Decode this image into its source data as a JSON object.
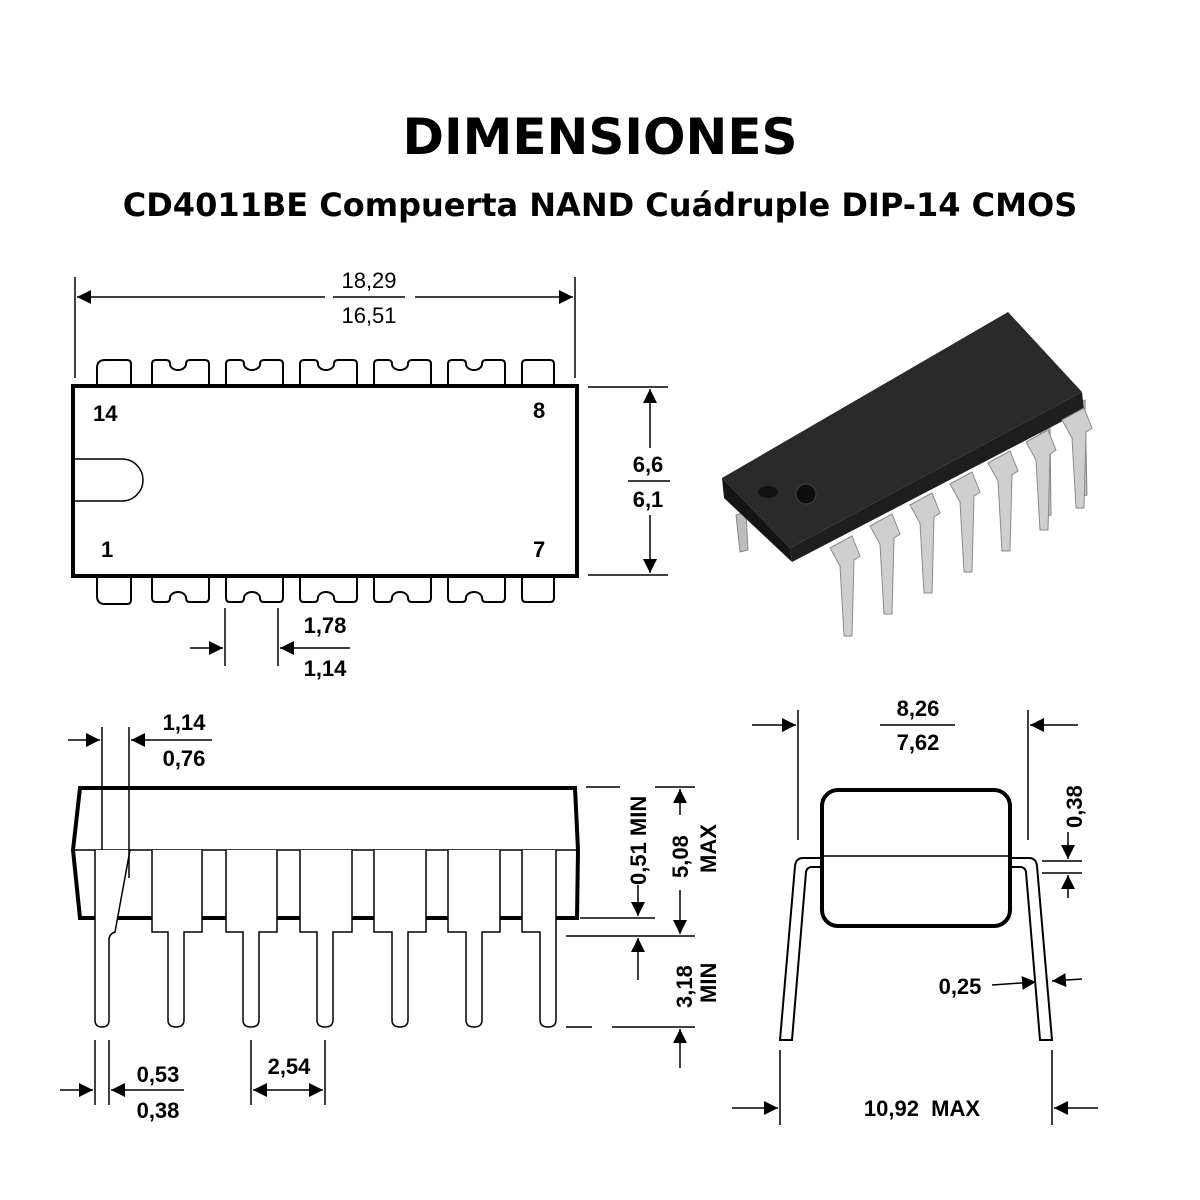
{
  "title": "DIMENSIONES",
  "subtitle": "CD4011BE Compuerta NAND Cuádruple DIP-14 CMOS",
  "top_view": {
    "pin_labels": {
      "top_left": "14",
      "top_right": "8",
      "bottom_left": "1",
      "bottom_right": "7"
    },
    "length": {
      "max": "18,29",
      "min": "16,51"
    },
    "width": {
      "max": "6,6",
      "min": "6,1"
    },
    "pin_width": {
      "max": "1,78",
      "min": "1,14"
    }
  },
  "side_view": {
    "lead_shoulder": {
      "max": "1,14",
      "min": "0,76"
    },
    "standoff": "0,51 MIN",
    "height_value": "5,08",
    "height_note": "MAX",
    "lead_length_value": "3,18",
    "lead_length_note": "MIN",
    "lead_width": {
      "max": "0,53",
      "min": "0,38"
    },
    "pitch": "2,54"
  },
  "end_view": {
    "row_spacing": {
      "max": "8,26",
      "min": "7,62"
    },
    "lead_offset": "0,38",
    "lead_thickness": "0,25",
    "overall_width": "10,92  MAX"
  },
  "colors": {
    "chip_body": "#1e1e1e",
    "pins": "#c9c9c9"
  }
}
